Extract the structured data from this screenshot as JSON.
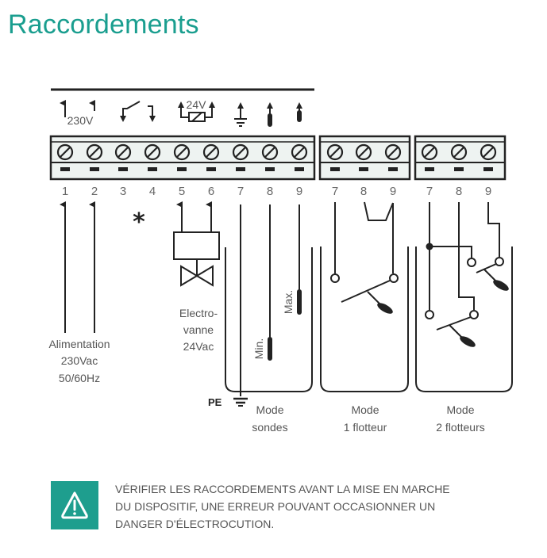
{
  "title": "Raccordements",
  "colors": {
    "accent": "#1a9e8f",
    "line": "#222222",
    "text": "#555555"
  },
  "main_block": {
    "terminals": [
      "1",
      "2",
      "3",
      "4",
      "5",
      "6",
      "7",
      "8",
      "9"
    ],
    "top_labels": {
      "voltage_230": "230V",
      "voltage_24": "24V"
    },
    "icons": [
      "arrow-up-icon",
      "arrow-up-icon",
      "switch-contact-icon",
      "switch-contact-icon",
      "coil-icon",
      "coil-icon",
      "ground-icon",
      "probe-icon",
      "probe-icon"
    ]
  },
  "block_1_float": {
    "terminals": [
      "7",
      "8",
      "9"
    ]
  },
  "block_2_floats": {
    "terminals": [
      "7",
      "8",
      "9"
    ]
  },
  "asterisk": "*",
  "labels": {
    "alimentation": [
      "Alimentation",
      "230Vac",
      "50/60Hz"
    ],
    "electrovanne": [
      "Electro-",
      "vanne",
      "24Vac"
    ],
    "min": "Min.",
    "max": "Max.",
    "pe": "PE",
    "mode_sondes": [
      "Mode",
      "sondes"
    ],
    "mode_1_flotteur": [
      "Mode",
      "1 flotteur"
    ],
    "mode_2_flotteurs": [
      "Mode",
      "2 flotteurs"
    ]
  },
  "warning": {
    "icon": "warning-triangle-icon",
    "lines": [
      "VÉRIFIER LES RACCORDEMENTS AVANT LA MISE EN MARCHE",
      "DU DISPOSITIF, UNE ERREUR POUVANT OCCASIONNER UN",
      "DANGER D'ÉLECTROCUTION."
    ]
  }
}
